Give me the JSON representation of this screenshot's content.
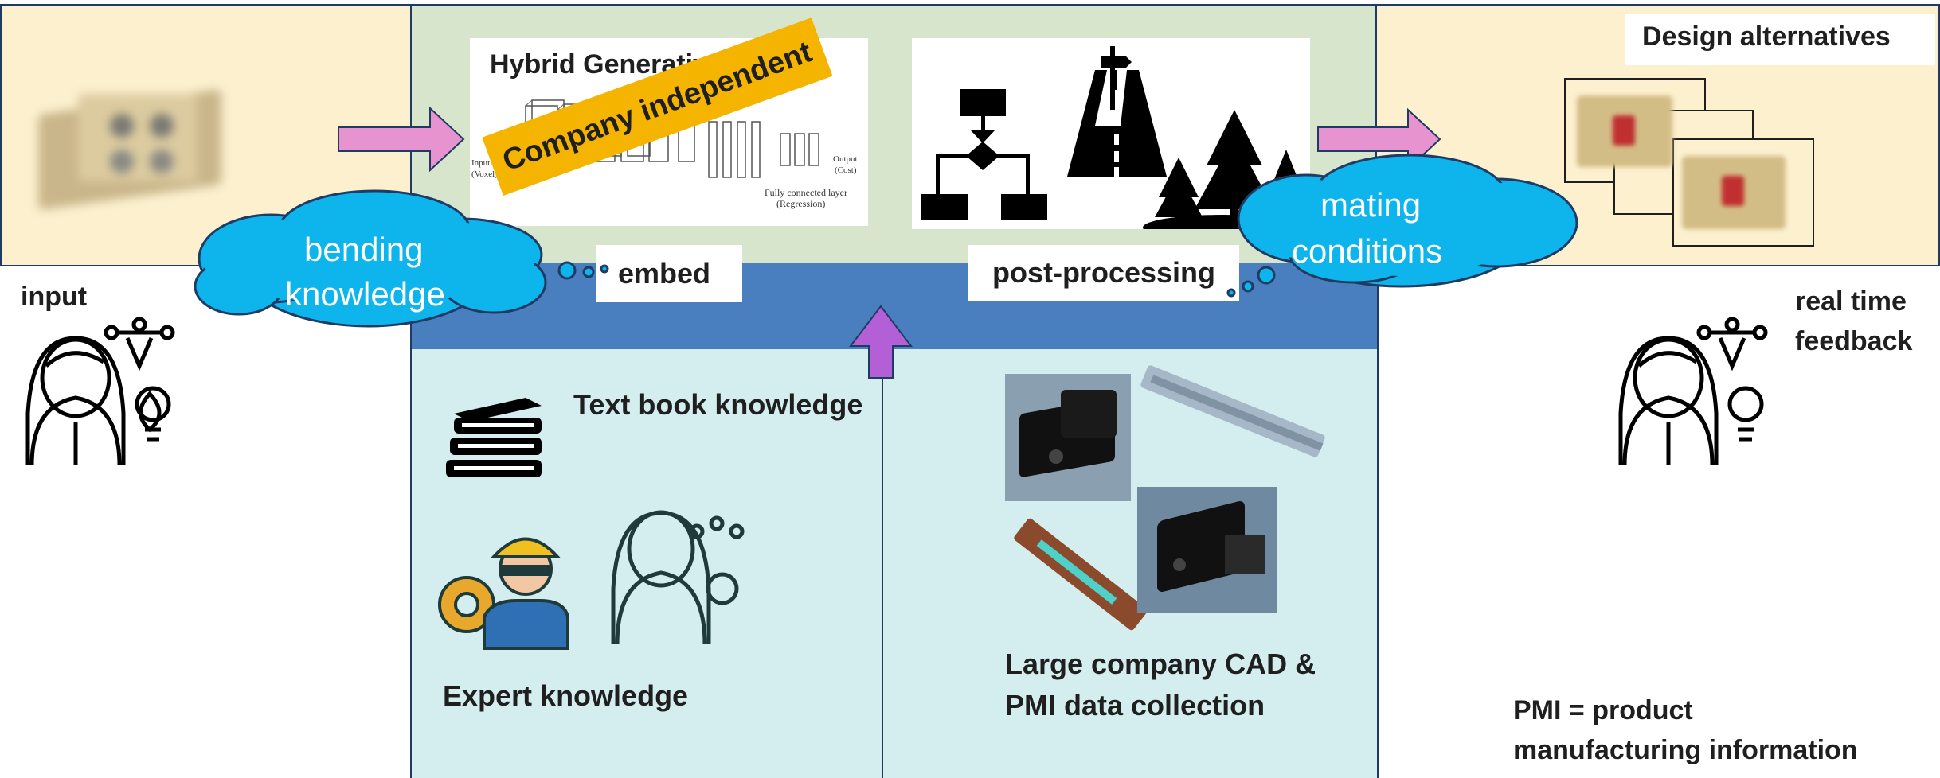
{
  "labels": {
    "input": "input",
    "real_time_feedback_line1": "real time",
    "real_time_feedback_line2": "feedback",
    "design_alternatives": "Design alternatives",
    "hybrid_ai_title": "Hybrid Generative AI",
    "company_independent": "Company independent",
    "embed": "embed",
    "post_processing": "post-processing",
    "text_book_knowledge": "Text book knowledge",
    "expert_knowledge": "Expert knowledge",
    "cad_collection_line1": "Large company CAD &",
    "cad_collection_line2": "PMI data collection",
    "pmi_line1": "PMI = product",
    "pmi_line2": "manufacturing information"
  },
  "clouds": {
    "bending_line1": "bending",
    "bending_line2": "knowledge",
    "mating_line1": "mating",
    "mating_line2": "conditions"
  },
  "network_figure": {
    "input_label_line1": "Input1",
    "input_label_line2": "(Voxel)",
    "fc_label_line1": "Fully connected layer",
    "fc_label_line2": "(Regression)",
    "output_label_line1": "Output",
    "output_label_line2": "(Cost)"
  },
  "colors": {
    "input_panel": "#fcf0cf",
    "ai_panel": "#d7e5cc",
    "embed_band": "#4a7fbf",
    "knowledge_panel": "#d4eef0",
    "cloud": "#0eb4ec",
    "arrow_pink": "#e693cf",
    "arrow_purple": "#b35fd6",
    "company_banner": "#f4b400"
  }
}
